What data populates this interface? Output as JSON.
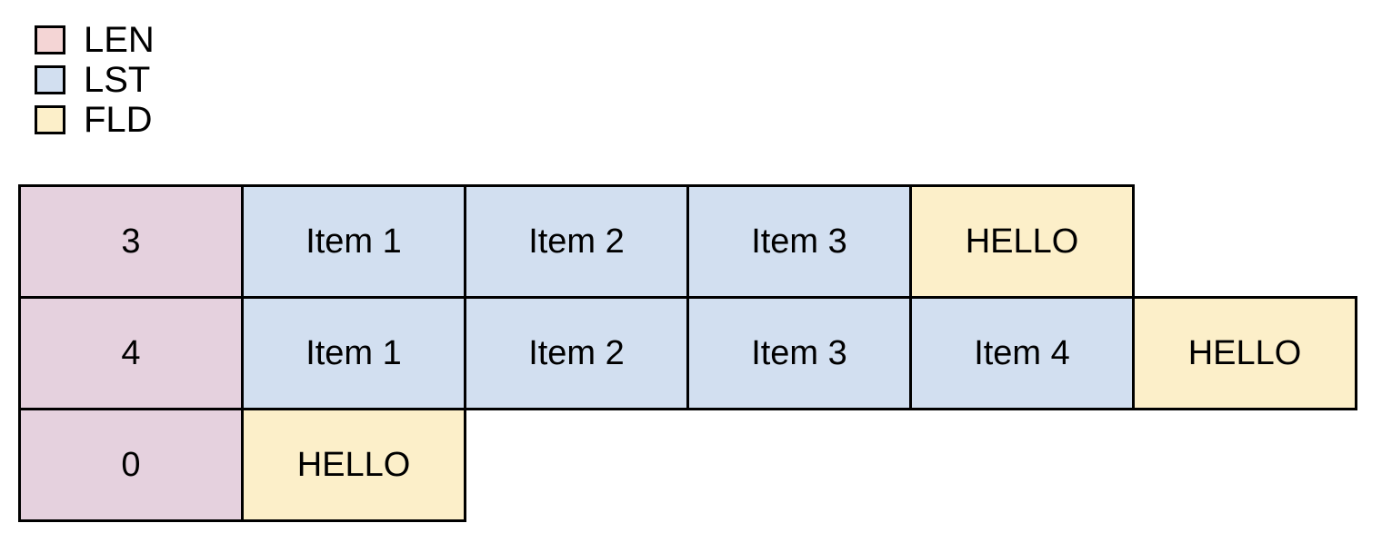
{
  "legend": {
    "items": [
      {
        "label": "LEN",
        "color": "#f4d5d5",
        "key": "len"
      },
      {
        "label": "LST",
        "color": "#d2dff0",
        "key": "lst"
      },
      {
        "label": "FLD",
        "color": "#fcefc9",
        "key": "fld"
      }
    ]
  },
  "colors": {
    "len_cell": "#e5d1de",
    "lst_cell": "#d2dff0",
    "fld_cell": "#fcefc9",
    "border": "#000000",
    "background": "#ffffff",
    "text": "#000000"
  },
  "table": {
    "rows": [
      {
        "cells": [
          {
            "text": "3",
            "type": "len"
          },
          {
            "text": "Item 1",
            "type": "lst"
          },
          {
            "text": "Item 2",
            "type": "lst"
          },
          {
            "text": "Item 3",
            "type": "lst"
          },
          {
            "text": "HELLO",
            "type": "fld"
          }
        ]
      },
      {
        "cells": [
          {
            "text": "4",
            "type": "len"
          },
          {
            "text": "Item 1",
            "type": "lst"
          },
          {
            "text": "Item 2",
            "type": "lst"
          },
          {
            "text": "Item 3",
            "type": "lst"
          },
          {
            "text": "Item 4",
            "type": "lst"
          },
          {
            "text": "HELLO",
            "type": "fld"
          }
        ]
      },
      {
        "cells": [
          {
            "text": "0",
            "type": "len"
          },
          {
            "text": "HELLO",
            "type": "fld"
          }
        ]
      }
    ]
  }
}
